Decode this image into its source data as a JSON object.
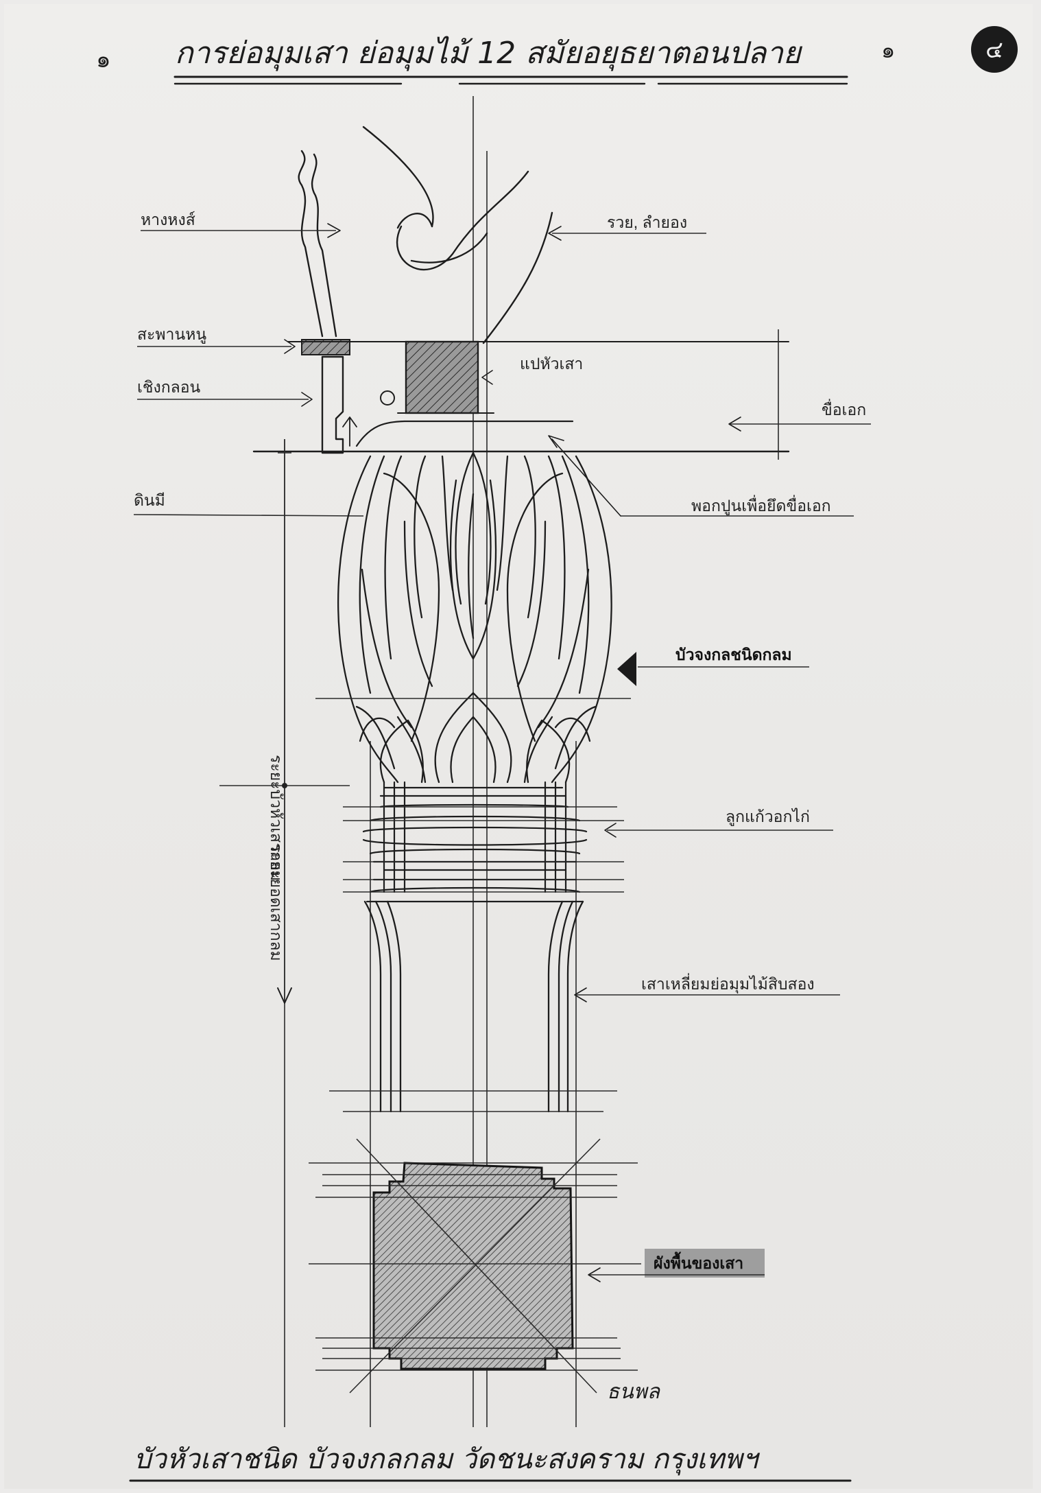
{
  "header": {
    "left_mark": "๑",
    "title": "การย่อมุมเสา ย่อมุมไม้ 12 สมัยอยุธยาตอนปลาย",
    "right_mark": "๑",
    "page_number": "๔"
  },
  "labels": {
    "hang_hong": "หางหงส์",
    "rai_lamyong": "รวย, ลำยอง",
    "saphan_nu": "สะพานหนู",
    "choeng_klon": "เชิงกลอน",
    "pae_hua_sao": "แปหัวเสา",
    "khue_ek": "ขื่อเอก",
    "din_mi": "ดินมี",
    "pok_pun": "พอกปูนเพื่อยึดขื่อเอก",
    "bua_chongkon": "บัวจงกลชนิดกลม",
    "luk_kaeo": "ลูกแก้วอกไก่",
    "sao_liam": "เสาเหลี่ยมย่อมุมไม้สิบสอง",
    "plan_label": "ผังพื้นของเสา",
    "dim_capital": "ระยะบัวหัวเสากลม",
    "dim_shaft": "ระยะยอดเสากลม"
  },
  "signature": "ธนพล",
  "caption": "บัวหัวเสาชนิด บัวจงกลกลม วัดชนะสงคราม กรุงเทพฯ"
}
